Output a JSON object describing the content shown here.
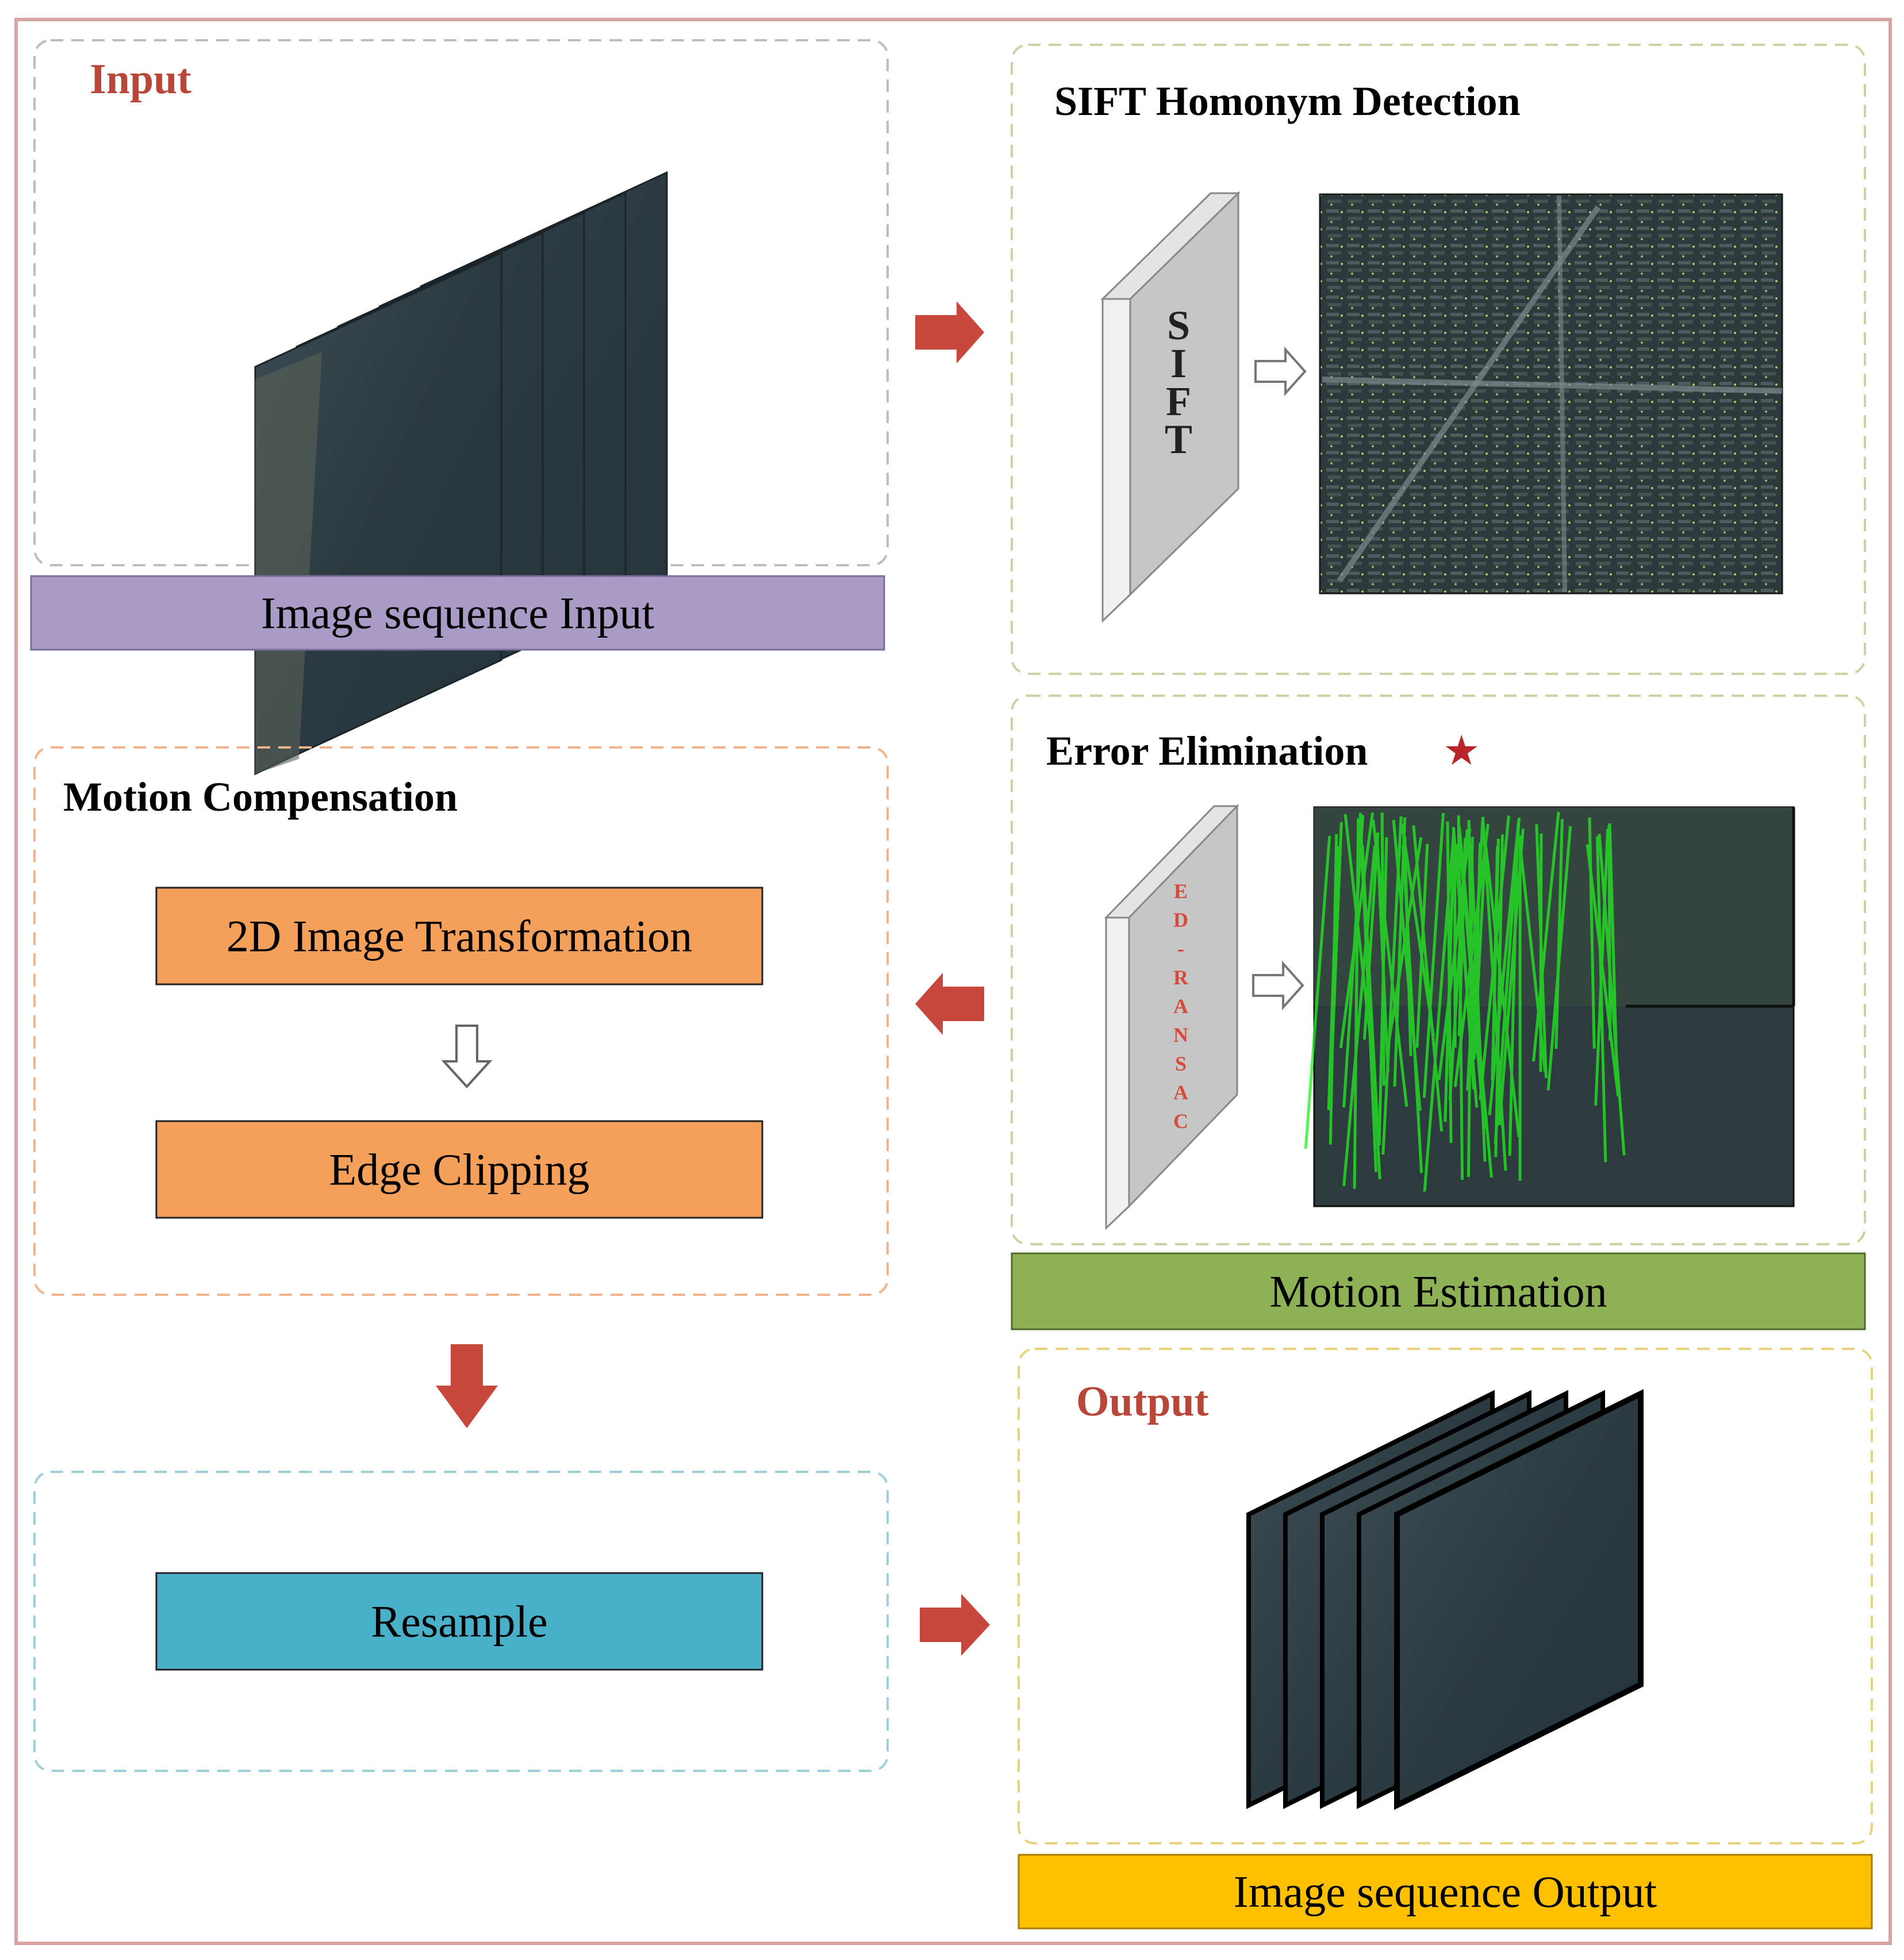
{
  "input": {
    "title": "Input",
    "caption": "Image sequence Input"
  },
  "sift": {
    "title": "SIFT Homonym Detection",
    "panel_text": "SIFT"
  },
  "error": {
    "title": "Error Elimination",
    "star": "★",
    "panel_text": "ED-RANSAC"
  },
  "estimation": {
    "caption": "Motion Estimation"
  },
  "compensation": {
    "title": "Motion Compensation",
    "step1": "2D Image Transformation",
    "step2": "Edge Clipping"
  },
  "resample": {
    "label": "Resample"
  },
  "output": {
    "title": "Output",
    "caption": "Image sequence Output"
  },
  "colors": {
    "frame_border": "#d9a3a3",
    "accent_title": "#b8473a",
    "arrow_red": "#c8473c",
    "input_caption_bg": "#a99bc6",
    "estimation_caption_bg": "#8fb155",
    "orange_box": "#f5a05a",
    "resample_box": "#4aafc8",
    "output_caption_bg": "#ffc000",
    "match_lines": "#22ee22"
  }
}
